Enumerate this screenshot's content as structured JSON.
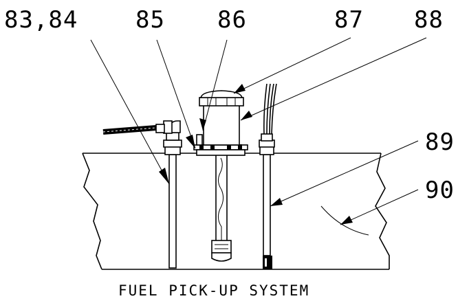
{
  "diagram": {
    "caption": "FUEL PICK-UP SYSTEM",
    "callouts": [
      {
        "id": "c1",
        "label": "83,84"
      },
      {
        "id": "c2",
        "label": "85"
      },
      {
        "id": "c3",
        "label": "86"
      },
      {
        "id": "c4",
        "label": "87"
      },
      {
        "id": "c5",
        "label": "88"
      },
      {
        "id": "c6",
        "label": "89"
      },
      {
        "id": "c7",
        "label": "90"
      }
    ]
  }
}
